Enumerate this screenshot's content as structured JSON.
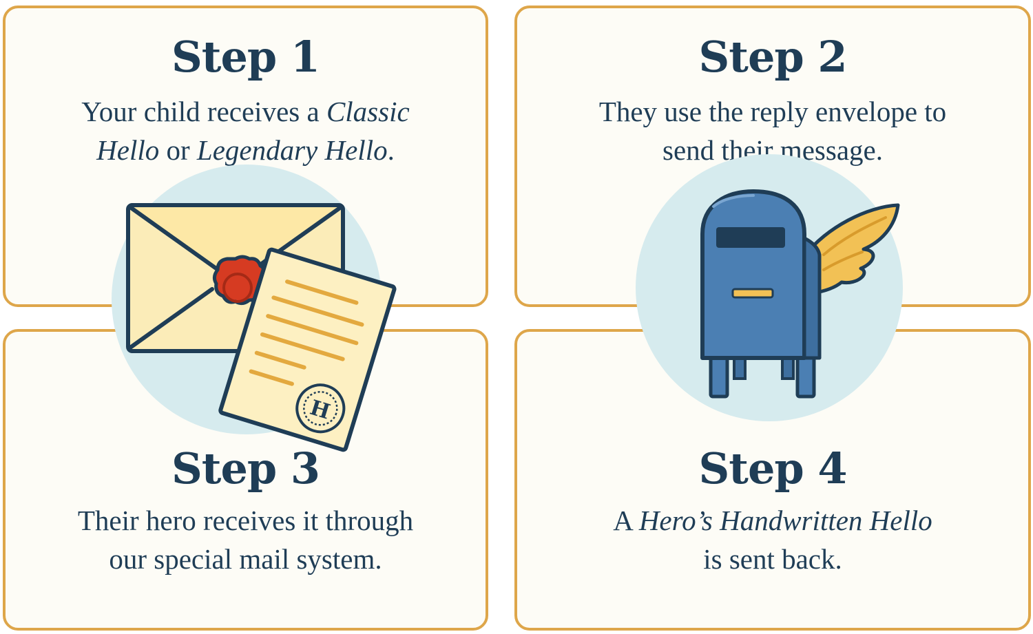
{
  "colors": {
    "card_border": "#dea64a",
    "card_fill": "#fdfcf6",
    "text": "#1f3d56",
    "circle": "#d6ebee",
    "envelope": "#fbecb8",
    "seal": "#d63b22",
    "mailbox": "#4b7fb3",
    "wing": "#f2c155"
  },
  "steps": [
    {
      "title": "Step 1",
      "lines": [
        [
          {
            "t": "Your child receives a ",
            "i": false
          },
          {
            "t": "Classic",
            "i": true
          }
        ],
        [
          {
            "t": "Hello",
            "i": true
          },
          {
            "t": " or ",
            "i": false
          },
          {
            "t": "Legendary Hello",
            "i": true
          },
          {
            "t": ".",
            "i": false
          }
        ]
      ]
    },
    {
      "title": "Step 2",
      "lines": [
        [
          {
            "t": "They use the reply envelope to",
            "i": false
          }
        ],
        [
          {
            "t": "send their message.",
            "i": false
          }
        ]
      ]
    },
    {
      "title": "Step 3",
      "lines": [
        [
          {
            "t": "Their hero receives it through",
            "i": false
          }
        ],
        [
          {
            "t": "our special mail system.",
            "i": false
          }
        ]
      ]
    },
    {
      "title": "Step 4",
      "lines": [
        [
          {
            "t": "A ",
            "i": false
          },
          {
            "t": "Hero’s Handwritten Hello",
            "i": true
          }
        ],
        [
          {
            "t": "is sent back.",
            "i": false
          }
        ]
      ]
    }
  ],
  "illustrations": {
    "letter": {
      "icon": "sealed-envelope-and-letter-icon",
      "seal_letter": "H"
    },
    "mailbox": {
      "icon": "winged-mailbox-icon"
    }
  }
}
